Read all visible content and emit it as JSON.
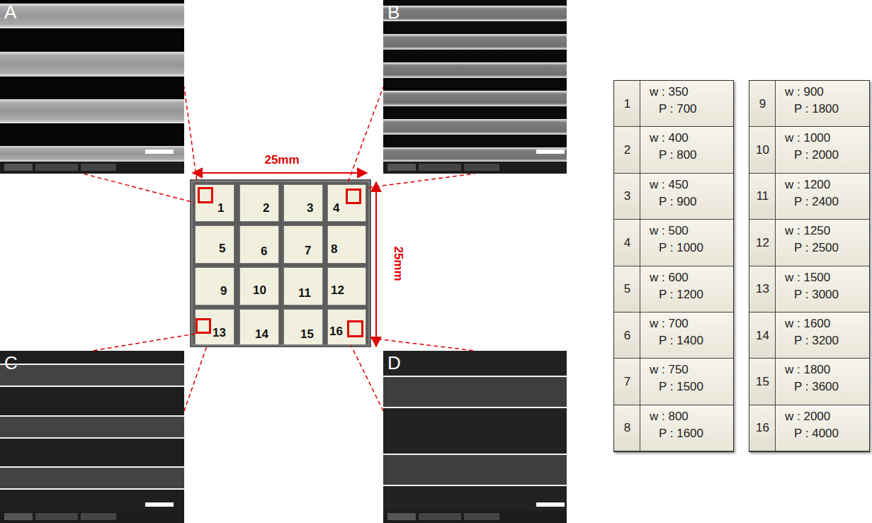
{
  "diagram": {
    "nodes": [
      {
        "text": [
          "A"
        ]
      },
      {
        "text": [
          "B"
        ]
      },
      {
        "text": [
          "1"
        ]
      },
      {
        "text": [
          "2"
        ]
      },
      {
        "text": [
          "3"
        ]
      },
      {
        "text": [
          "4"
        ]
      },
      {
        "text": [
          "5"
        ]
      },
      {
        "text": [
          "6"
        ]
      },
      {
        "text": [
          "7"
        ]
      },
      {
        "text": [
          "8"
        ]
      },
      {
        "text": [
          "9"
        ]
      },
      {
        "text": [
          "10"
        ]
      },
      {
        "text": [
          "11"
        ]
      },
      {
        "text": [
          "12"
        ]
      },
      {
        "text": [
          "13"
        ]
      },
      {
        "text": [
          "14"
        ]
      },
      {
        "text": [
          "15"
        ]
      },
      {
        "text": [
          "16"
        ]
      },
      {
        "text": [
          "C"
        ]
      },
      {
        "text": [
          "D"
        ]
      }
    ],
    "edges": [
      {
        "from": 2,
        "to": 0,
        "arrow": "none"
      },
      {
        "from": 5,
        "to": 1,
        "arrow": "none"
      },
      {
        "from": 14,
        "to": 18,
        "arrow": "none"
      },
      {
        "from": 17,
        "to": 19,
        "arrow": "none"
      }
    ],
    "labels": [
      "25mm",
      "25mm",
      "1",
      "w : 350",
      "P : 700",
      "2",
      "w : 400",
      "P : 800",
      "3",
      "w : 450",
      "P : 900",
      "4",
      "w : 500",
      "P : 1000",
      "5",
      "w : 600",
      "P : 1200",
      "6",
      "w : 700",
      "P : 1400",
      "7",
      "w : 750",
      "P : 1500",
      "8",
      "w : 800",
      "P : 1600",
      "9",
      "w : 900",
      "P : 1800",
      "10",
      "w : 1000",
      "P : 2000",
      "11",
      "w : 1200",
      "P : 2400",
      "12",
      "w : 1250",
      "P : 2500",
      "13",
      "w : 1500",
      "P : 3000",
      "14",
      "w : 1600",
      "P : 3200",
      "15",
      "w : 1800",
      "P : 3600",
      "16",
      "w : 2000",
      "P : 4000"
    ]
  }
}
